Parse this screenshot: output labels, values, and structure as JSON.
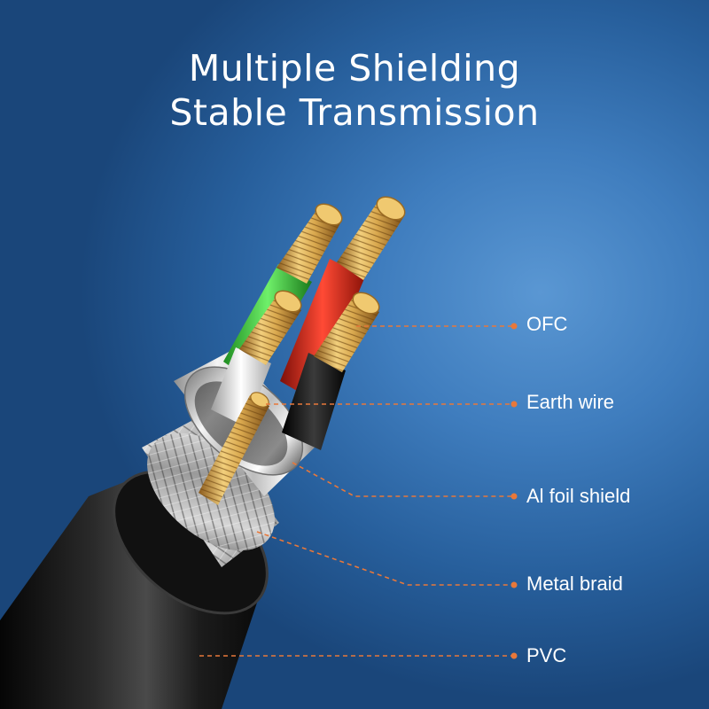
{
  "headline": {
    "line1": "Multiple Shielding",
    "line2": "Stable Transmission"
  },
  "annotations": [
    {
      "key": "ofc",
      "label": "OFC"
    },
    {
      "key": "earth",
      "label": "Earth wire"
    },
    {
      "key": "foil",
      "label": "Al foil shield"
    },
    {
      "key": "braid",
      "label": "Metal braid"
    },
    {
      "key": "pvc",
      "label": "PVC"
    }
  ],
  "colors": {
    "background": "#3f7dbe",
    "leader_line": "#e8783a",
    "text": "#ffffff",
    "copper": "#d9a84e",
    "wire_green": "#3ec43b",
    "wire_red": "#d8261c",
    "wire_white": "#e6e6e6",
    "wire_black": "#151515",
    "jacket": "#1a1a1a"
  },
  "image": {
    "subject": "cable-cross-section",
    "layers": [
      "copper-conductors",
      "insulated-wires",
      "al-foil",
      "metal-braid",
      "pvc-jacket"
    ]
  }
}
